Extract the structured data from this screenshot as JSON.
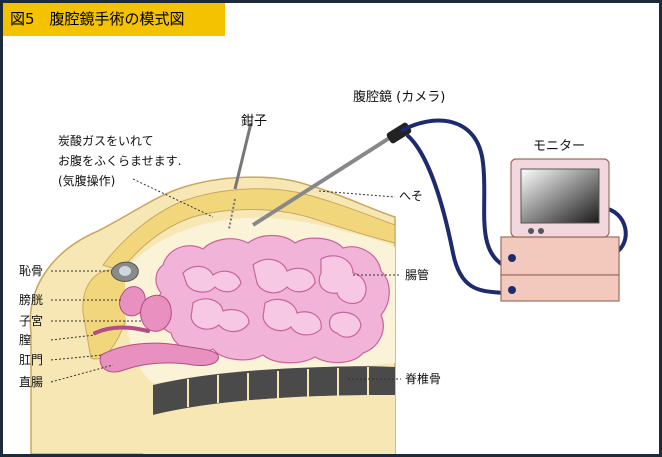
{
  "title": "図5　腹腔鏡手術の模式図",
  "labels": {
    "laparoscope": "腹腔鏡 (カメラ)",
    "forceps": "鉗子",
    "co2_note_line1": "炭酸ガスをいれて",
    "co2_note_line2": "お腹をふくらませます.",
    "co2_note_line3": "(気腹操作)",
    "monitor": "モニター",
    "navel": "へそ",
    "pubic_bone": "恥骨",
    "bladder": "膀胱",
    "uterus": "子宮",
    "vagina": "膣",
    "anus": "肛門",
    "rectum": "直腸",
    "intestine": "腸管",
    "spine": "脊椎骨"
  },
  "colors": {
    "title_bg": "#f5c200",
    "frame_border": "#1c2a3a",
    "skin": "#f6e7b4",
    "fat": "#f1d67c",
    "intestine": "#f2b3d8",
    "uterus_rectum": "#e890c0",
    "spine": "#4a4a4a",
    "cable": "#1e2a6e",
    "equipment": "#f3c9bd",
    "monitor_frame": "#f2d8de"
  }
}
